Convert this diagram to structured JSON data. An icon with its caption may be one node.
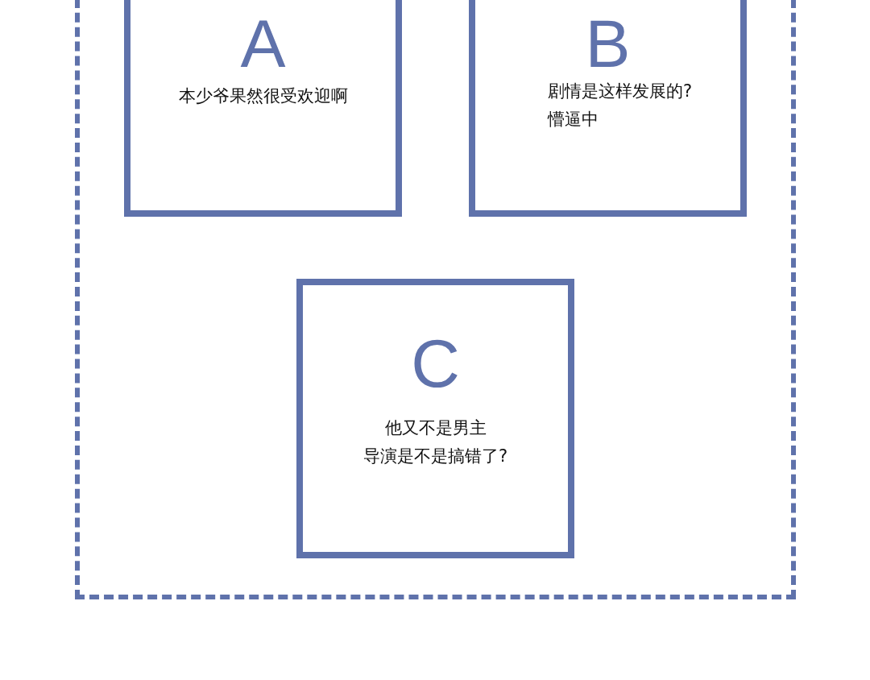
{
  "diagram": {
    "nodes": [
      {
        "text": [],
        "shape": "box"
      },
      {
        "text": [
          "A",
          "本少爷果然很受欢迎啊"
        ],
        "in": 0
      },
      {
        "text": [
          "B",
          "剧情是这样发展的?",
          "懵逼中"
        ],
        "in": 0
      },
      {
        "text": [
          "C",
          "他又不是男主",
          "导演是不是搞错了?"
        ],
        "in": 0
      }
    ],
    "edges": []
  }
}
